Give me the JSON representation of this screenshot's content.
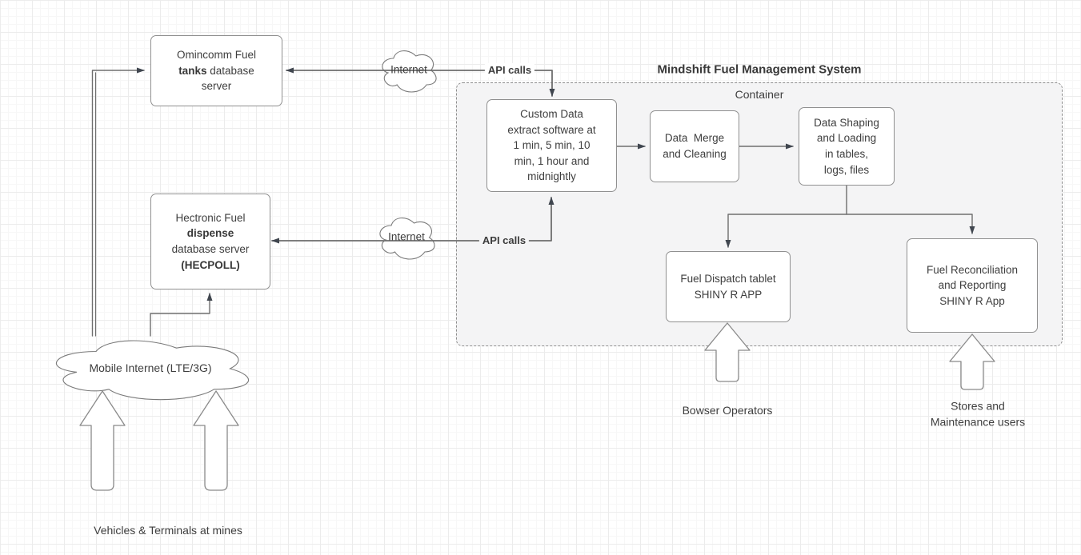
{
  "title": "Mindshift Fuel Management System",
  "container": {
    "label": "Container"
  },
  "boxes": {
    "omincomm": {
      "pre": "Omincomm Fuel\n",
      "bold": "tanks",
      "post": " database\nserver"
    },
    "hectronic": {
      "pre": "Hectronic Fuel\n",
      "bold1": "dispense",
      "mid": "\ndatabase server\n",
      "bold2": "(HECPOLL)"
    },
    "custom_extract": {
      "text": "Custom Data\nextract software at\n1 min, 5 min, 10\nmin, 1 hour and\nmidnightly"
    },
    "data_merge": {
      "text": "Data  Merge\nand Cleaning"
    },
    "data_shaping": {
      "text": "Data Shaping\nand Loading\nin tables,\nlogs, files"
    },
    "fuel_dispatch": {
      "text": "Fuel Dispatch tablet\nSHINY R APP"
    },
    "fuel_reconciliation": {
      "text": "Fuel Reconciliation\nand Reporting\nSHINY R App"
    }
  },
  "clouds": {
    "internet_top": "Internet",
    "internet_middle": "Internet",
    "mobile": "Mobile Internet (LTE/3G)"
  },
  "edge_labels": {
    "api_calls_top": "API calls",
    "api_calls_bottom": "API calls"
  },
  "captions": {
    "bowser": "Bowser Operators",
    "stores": "Stores and\nMaintenance users",
    "vehicles": "Vehicles & Terminals at mines"
  },
  "colors": {
    "container_fill": "#f4f4f5",
    "box_stroke": "#909090",
    "connector": "#6e6e6e",
    "arrowhead": "#40464f",
    "text": "#3e3e3e"
  }
}
